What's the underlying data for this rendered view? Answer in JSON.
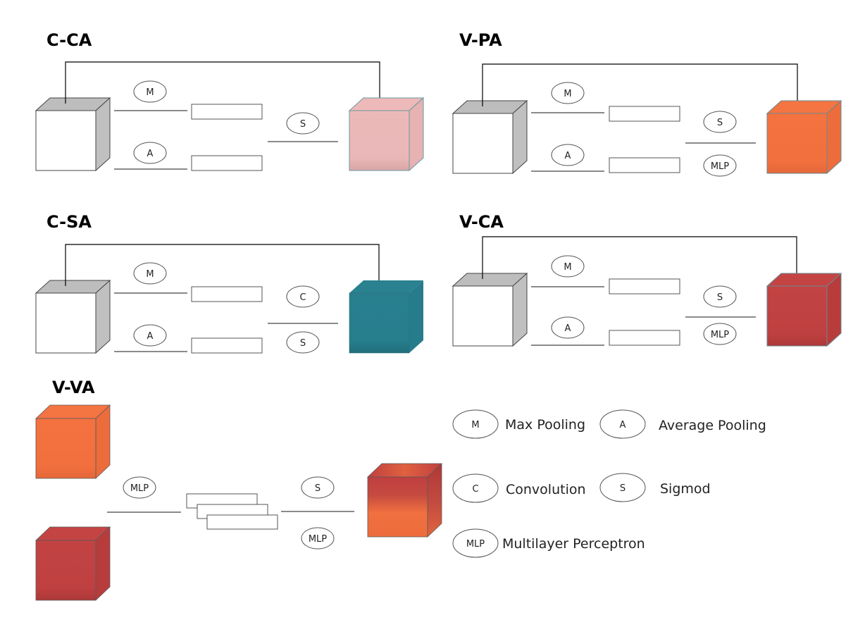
{
  "panels": {
    "c_ca": {
      "title": "C-CA",
      "ops": [
        "M",
        "A",
        "S"
      ]
    },
    "v_pa": {
      "title": "V-PA",
      "ops": [
        "M",
        "A",
        "S",
        "MLP"
      ]
    },
    "c_sa": {
      "title": "C-SA",
      "ops": [
        "M",
        "A",
        "C",
        "S"
      ]
    },
    "v_ca": {
      "title": "V-CA",
      "ops": [
        "M",
        "A",
        "S",
        "MLP"
      ]
    },
    "v_va": {
      "title": "V-VA",
      "ops": [
        "MLP",
        "S",
        "MLP"
      ]
    }
  },
  "legend": [
    {
      "symbol": "M",
      "label": "Max Pooling"
    },
    {
      "symbol": "A",
      "label": "Average Pooling"
    },
    {
      "symbol": "C",
      "label": "Convolution"
    },
    {
      "symbol": "S",
      "label": "Sigmod"
    },
    {
      "symbol": "MLP",
      "label": "Multilayer Perceptron"
    }
  ],
  "colors": {
    "cube_input": "#ffffff",
    "cube_side_gray": "#c0c0c0",
    "pink": "#ebb8b8",
    "orange": "#f26f3f",
    "teal": "#277f8f",
    "red": "#c04040"
  }
}
